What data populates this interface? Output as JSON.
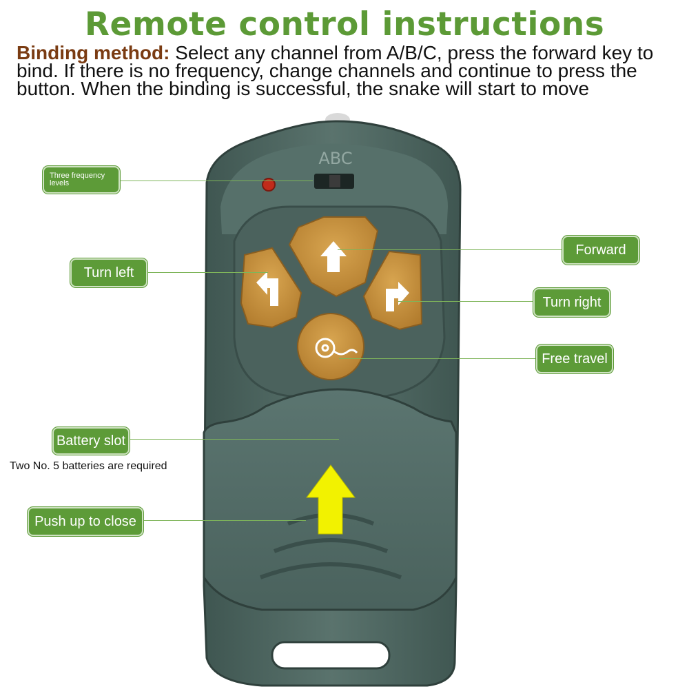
{
  "title": "Remote control instructions",
  "intro": {
    "label": "Binding method:",
    "text": " Select any channel from A/B/C, press the forward key to bind. If there is no frequency, change channels and continue to press the button. When the binding is successful, the snake will start to move"
  },
  "remote": {
    "switch_label": "ABC"
  },
  "callouts": {
    "frequency": "Three frequency levels",
    "forward": "Forward",
    "turn_left": "Turn left",
    "turn_right": "Turn right",
    "free_travel": "Free travel",
    "battery_slot": "Battery slot",
    "battery_note": "Two No. 5 batteries are required",
    "push_up": "Push up to close"
  },
  "colors": {
    "title": "#5c9a36",
    "label": "#7a3b12",
    "pill": "#5d9b38",
    "remote_body": "#4f6863",
    "button": "#c8943f",
    "arrow": "#f2f200"
  },
  "icons": [
    "led-indicator",
    "arrow-up-icon",
    "turn-left-icon",
    "turn-right-icon",
    "snake-icon",
    "push-up-arrow-icon"
  ]
}
